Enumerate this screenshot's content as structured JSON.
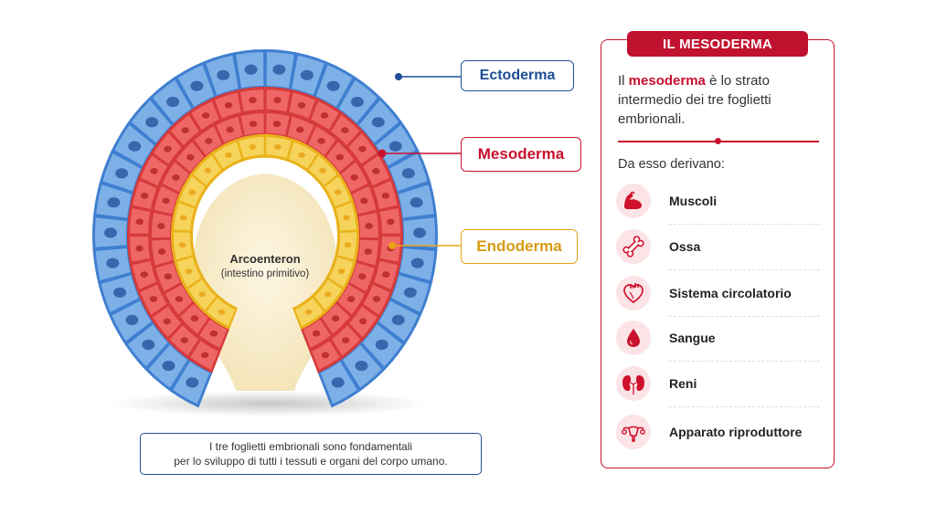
{
  "diagram": {
    "layers": [
      {
        "name": "Ectoderma",
        "color": "#3f7fd0",
        "cell_fill": "#7eb0e8",
        "nucleus": "#2c5ba3"
      },
      {
        "name": "Mesoderma",
        "color": "#d63a3a",
        "cell_fill": "#ef6666",
        "nucleus": "#b82727"
      },
      {
        "name": "Endoderma",
        "color": "#e9b21a",
        "cell_fill": "#f6d35a",
        "nucleus": "#e8a317"
      }
    ],
    "label_colors": {
      "ectoderma": "#1f4e96",
      "mesoderma": "#c8102e",
      "endoderma": "#e8a317"
    },
    "archenteron_title": "Arcoenteron",
    "archenteron_subtitle": "(intestino primitivo)",
    "caption_line1": "I tre foglietti embrionali sono fondamentali",
    "caption_line2": "per lo sviluppo di tutti i tessuti e organi del corpo umano."
  },
  "panel": {
    "title": "IL MESODERMA",
    "intro_pre": "Il ",
    "intro_highlight": "mesoderma",
    "intro_post": " è lo strato intermedio dei tre foglietti embrionali.",
    "derive_label": "Da esso derivano:",
    "accent": "#c8102e",
    "items": [
      {
        "label": "Muscoli",
        "icon": "muscle-icon"
      },
      {
        "label": "Ossa",
        "icon": "bone-icon"
      },
      {
        "label": "Sistema circolatorio",
        "icon": "heart-icon"
      },
      {
        "label": "Sangue",
        "icon": "blood-drop-icon"
      },
      {
        "label": "Reni",
        "icon": "kidneys-icon"
      },
      {
        "label": "Apparato riproduttore",
        "icon": "uterus-icon"
      }
    ]
  }
}
